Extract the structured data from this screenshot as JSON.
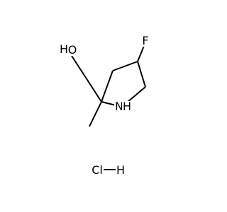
{
  "molecule": {
    "atoms": {
      "oxygen": "O",
      "hydrogen_on_oxygen": "H",
      "fluorine": "F",
      "nitrogen": "N",
      "hydrogen_on_nitrogen": "H"
    },
    "salt": {
      "chlorine": "Cl",
      "hydrogen": "H"
    }
  },
  "colors": {
    "bond": "#000000",
    "text": "#000000",
    "background": "#ffffff"
  }
}
